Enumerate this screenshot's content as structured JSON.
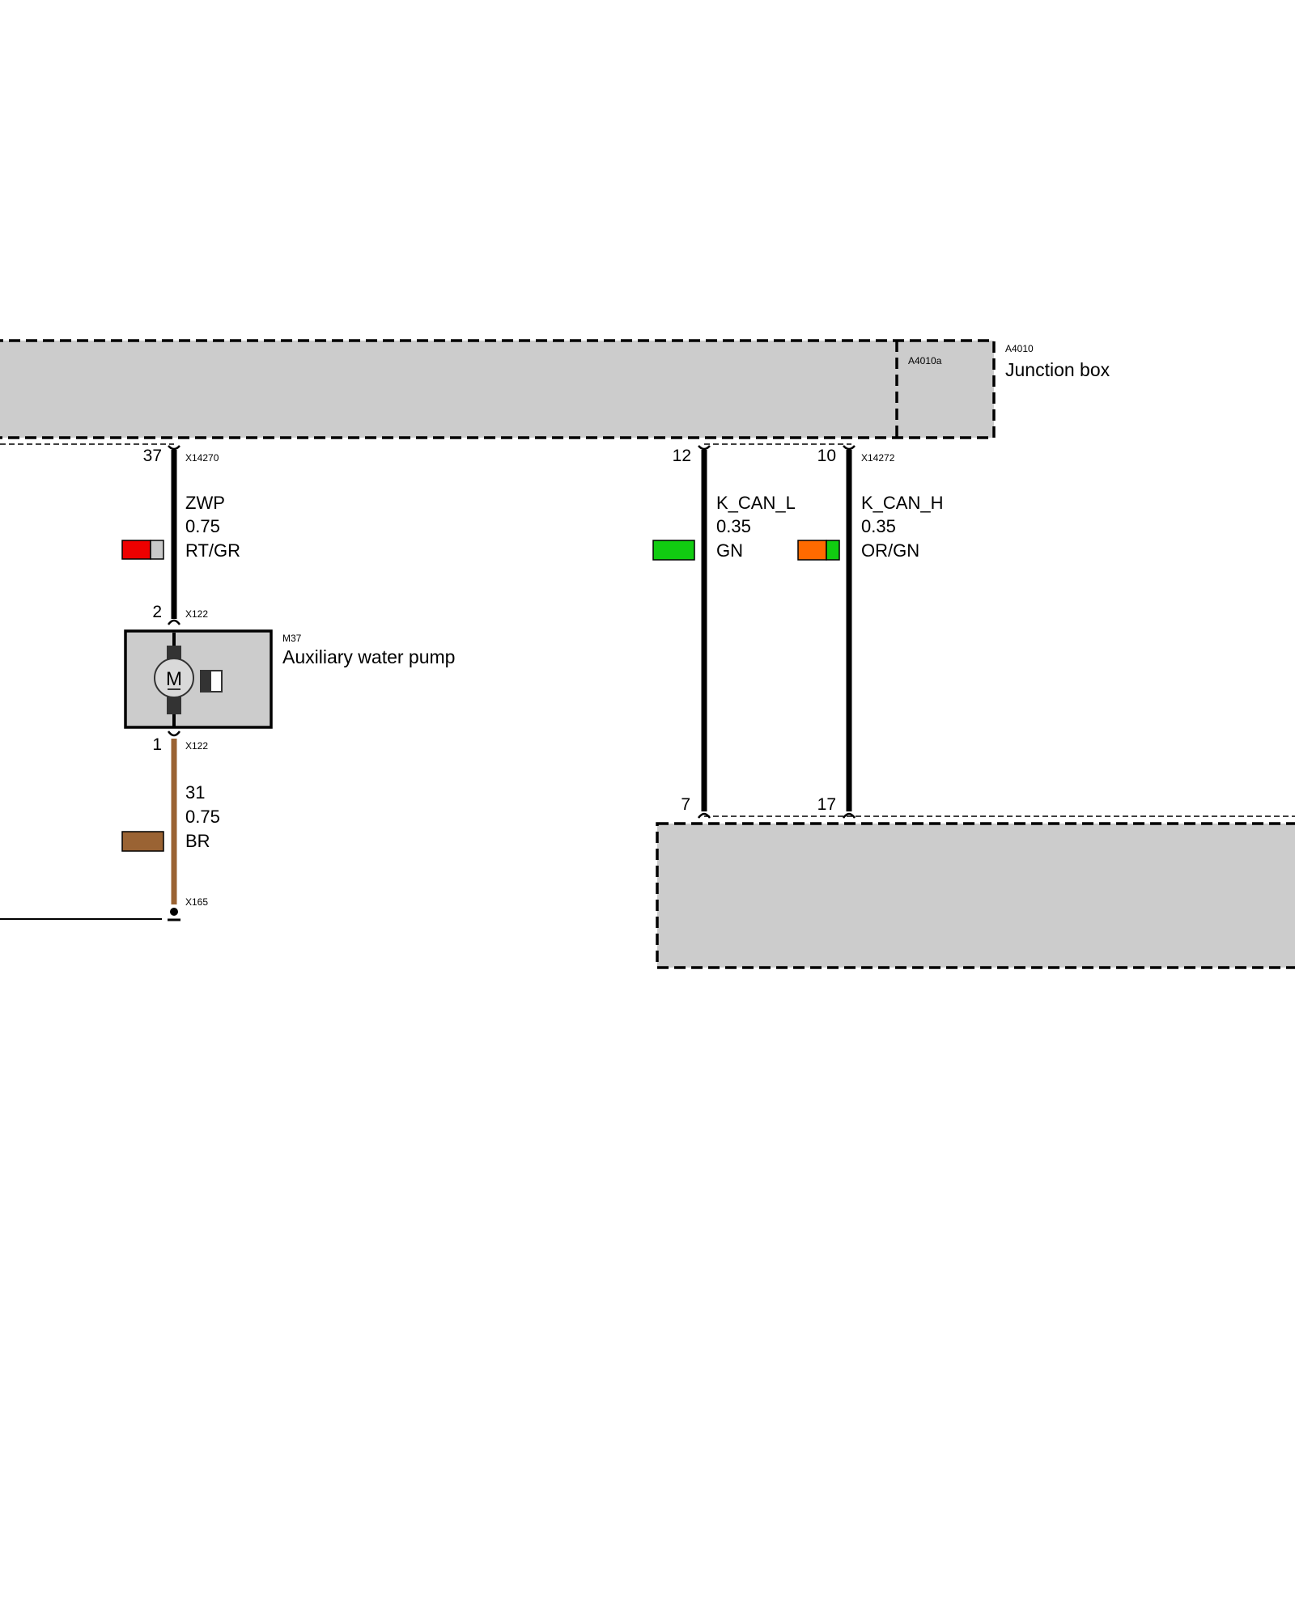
{
  "junction_box": {
    "id": "A4010",
    "sub_id": "A4010a",
    "name": "Junction box"
  },
  "pump": {
    "id": "M37",
    "name": "Auxiliary water pump",
    "motor_symbol": "M"
  },
  "connectors": {
    "jb_left": "X14270",
    "jb_right": "X14272",
    "pump_top": "X122",
    "pump_bottom": "X122",
    "ground": "X165"
  },
  "wires": [
    {
      "signal": "ZWP",
      "gauge": "0.75",
      "color_code": "RT/GR",
      "colors": [
        "#ee0000",
        "#c8c8c8"
      ],
      "pin_top": "37",
      "pin_bottom": "2"
    },
    {
      "signal": "31",
      "gauge": "0.75",
      "color_code": "BR",
      "colors": [
        "#9a6333"
      ],
      "pin_top": "1",
      "pin_bottom": ""
    },
    {
      "signal": "K_CAN_L",
      "gauge": "0.35",
      "color_code": "GN",
      "colors": [
        "#11cc11"
      ],
      "pin_top": "12",
      "pin_bottom": "7"
    },
    {
      "signal": "K_CAN_H",
      "gauge": "0.35",
      "color_code": "OR/GN",
      "colors": [
        "#ff6a00",
        "#11cc11"
      ],
      "pin_top": "10",
      "pin_bottom": "17"
    }
  ],
  "colors": {
    "module_fill": "#cccccc",
    "wire_black": "#000000",
    "wire_brown": "#9a6333"
  }
}
